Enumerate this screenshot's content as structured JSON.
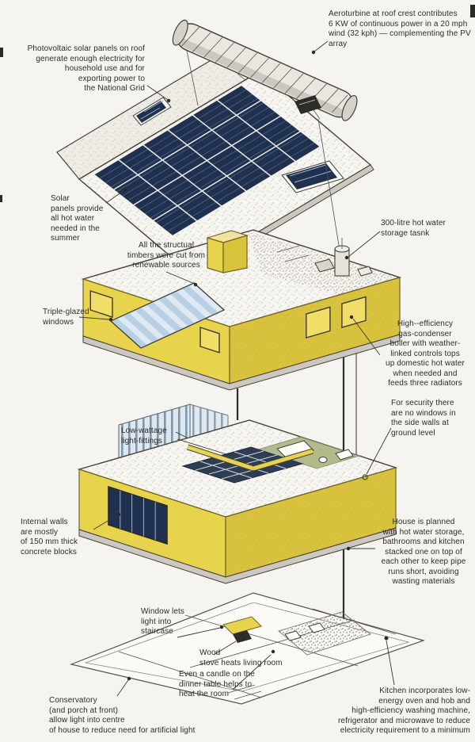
{
  "labels": {
    "aeroturbine": "Aeroturbine at roof crest contributes\n6 KW of continuous power in a 20 mph\nwind (32 kph) — complementing the PV\narray",
    "photovoltaic": "Photovoltaic solar panels on roof\ngenerate enough electricity for\nhousehold use and for\nexporting power to\nthe National Grid",
    "solar_thermal": "Solar\npanels provide\nall hot water\nneeded in the\nsummer",
    "timbers": "All the structual\ntimbers were cut from\nrenewable sources",
    "hot_water_tank": "300-litre hot water\nstorage tasnk",
    "triple_glazed": "Triple-glazed\nwindows",
    "boiler": "High--efficiency\ngas-condenser\nboiler with weather-\nlinked controls tops\nup domestic hot water\nwhen needed and\nfeeds three radiators",
    "security": "For security there\nare no windows in\nthe side walls at\nground level",
    "lights": "Low-wattage\nlight-fittings",
    "internal_walls": "Internal walls\nare mostly\nof 150 mm thick\nconcrete blocks",
    "planning": "House is planned\nwith hot water storage,\nbathrooms and kitchen\nstacked one on top of\neach other to keep pipe\nruns short, avoiding\nwasting materials",
    "staircase": "Window lets\nlight into\nstaircase",
    "stove": "Wood\nstove heats living room",
    "candle": "Even a candle on the\ndinner table helps to\nheat the room",
    "conservatory": "Conservatory\n(and porch at front)\nallow light into centre\nof house to reduce need for artificial light",
    "kitchen": "Kitchen incorporates low-\nenergy oven and hob and\nhigh-efficiency washing machine,\nrefrigerator and microwave to reduce\nelectricity requirement to a minimum"
  },
  "colors": {
    "paper": "#f5f4f0",
    "label-text": "#2e2c28",
    "wall-yellow": "#e8d44c",
    "wall-yellow-dark": "#d9c23c",
    "pv-navy": "#20304f",
    "glazing-blue": "#b7d0e4",
    "olive-green": "#a7b17a"
  }
}
